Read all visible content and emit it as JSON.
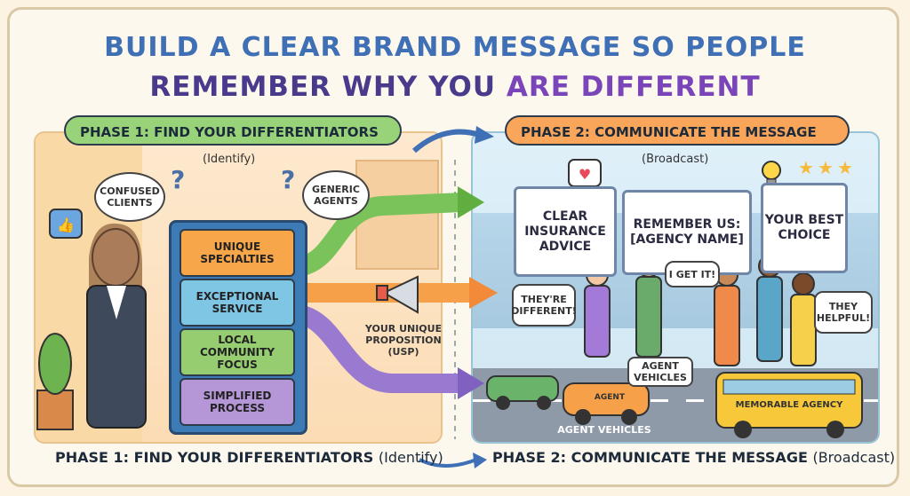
{
  "title": {
    "line1": "BUILD A CLEAR BRAND MESSAGE SO PEOPLE",
    "line2_a": "REMEMBER WHY YOU ",
    "line2_b": "ARE DIFFERENT"
  },
  "phase1": {
    "label": "PHASE 1: FIND YOUR DIFFERENTIATORS",
    "sub": "(Identify)",
    "bubbles": [
      "CONFUSED CLIENTS",
      "GENERIC AGENTS"
    ],
    "cards": [
      {
        "text": "UNIQUE SPECIALTIES",
        "color": "#f7a64a"
      },
      {
        "text": "EXCEPTIONAL SERVICE",
        "color": "#7fc6e4"
      },
      {
        "text": "LOCAL COMMUNITY FOCUS",
        "color": "#96cd70"
      },
      {
        "text": "SIMPLIFIED PROCESS",
        "color": "#b597d8"
      }
    ],
    "usp_label": "YOUR UNIQUE PROPOSITION (USP)"
  },
  "phase2": {
    "label": "PHASE 2: COMMUNICATE THE MESSAGE",
    "sub": "(Broadcast)",
    "signs": [
      "CLEAR INSURANCE ADVICE",
      "REMEMBER US: [AGENCY NAME]",
      "YOUR BEST CHOICE"
    ],
    "speech": [
      "I GET IT!",
      "THEY'RE DIFFERENT!",
      "THEY HELPFUL!"
    ],
    "vehicle_labels": [
      "AGENT VEHICLES",
      "AGENT VEHICLES"
    ],
    "car_text": "AGENT",
    "bus_text": "MEMORABLE AGENCY"
  },
  "footer": {
    "phase1_bold": "PHASE 1: FIND YOUR DIFFERENTIATORS",
    "phase1_light": "(Identify)",
    "phase2_bold": "PHASE 2: COMMUNICATE THE MESSAGE",
    "phase2_light": "(Broadcast)"
  },
  "colors": {
    "green": "#98d37a",
    "orange": "#f9a55a",
    "blue": "#3f6fb5",
    "purple": "#7a45b8"
  },
  "icons": [
    "thumbs-up-icon",
    "heart-icon",
    "lightbulb-icon",
    "star-icon",
    "megaphone-icon",
    "checkbox-icon"
  ]
}
